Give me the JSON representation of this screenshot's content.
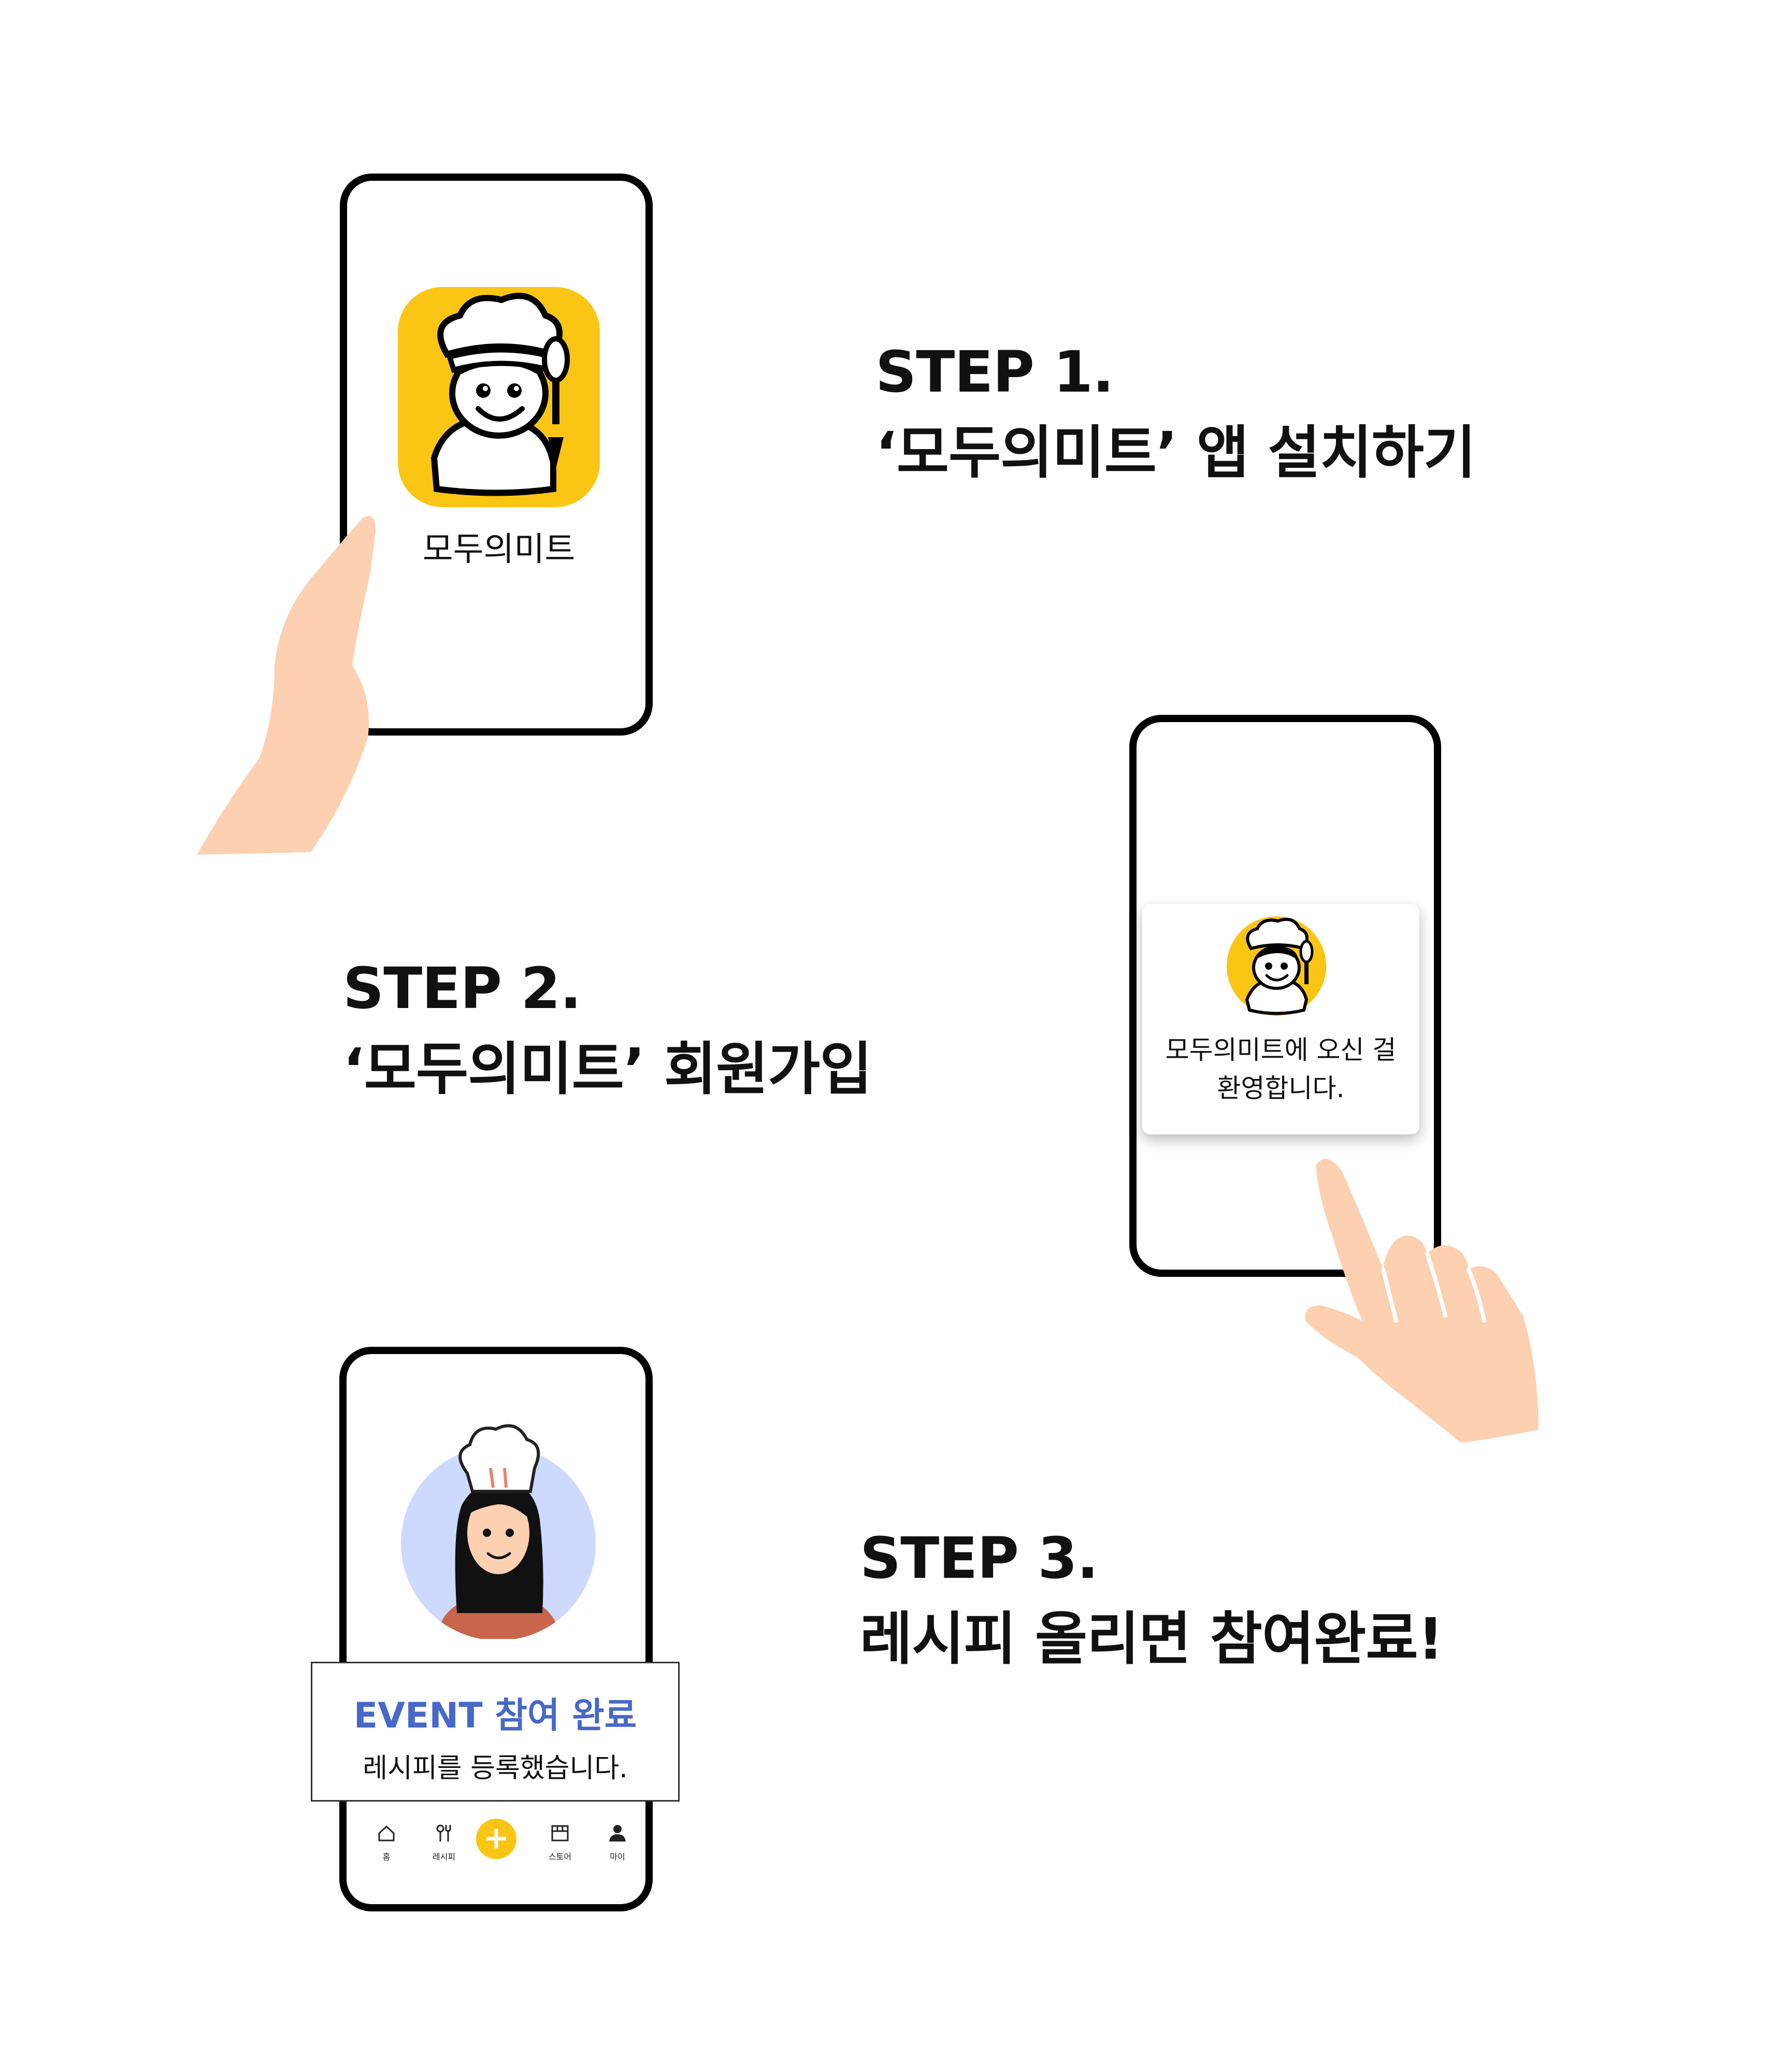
{
  "colors": {
    "brand_yellow": "#fbc514",
    "skin": "#fdd0b1",
    "avatar_bg": "#cdd9ff",
    "event_blue": "#4768c8",
    "shirt": "#c8654a",
    "hair": "#111111"
  },
  "step1": {
    "title": "STEP 1.",
    "subtitle": "‘모두의미트’ 앱 설치하기",
    "app_name": "모두의미트",
    "icon": "chef-mascot-icon"
  },
  "step2": {
    "title": "STEP 2.",
    "subtitle": "‘모두의미트’ 회원가입",
    "welcome_line1": "모두의미트에 오신 걸",
    "welcome_line2": "환영합니다.",
    "icon": "chef-mascot-icon"
  },
  "step3": {
    "title": "STEP 3.",
    "subtitle": "레시피 올리면 참여완료!",
    "toast_title": "EVENT 참여 완료",
    "toast_sub": "레시피를 등록했습니다.",
    "avatar_icon": "chef-woman-avatar-icon",
    "nav": [
      {
        "label": "홈",
        "icon": "home-icon"
      },
      {
        "label": "레시피",
        "icon": "utensils-icon"
      },
      {
        "label": "+",
        "icon": "plus-icon"
      },
      {
        "label": "스토어",
        "icon": "store-icon"
      },
      {
        "label": "마이",
        "icon": "person-icon"
      }
    ]
  }
}
